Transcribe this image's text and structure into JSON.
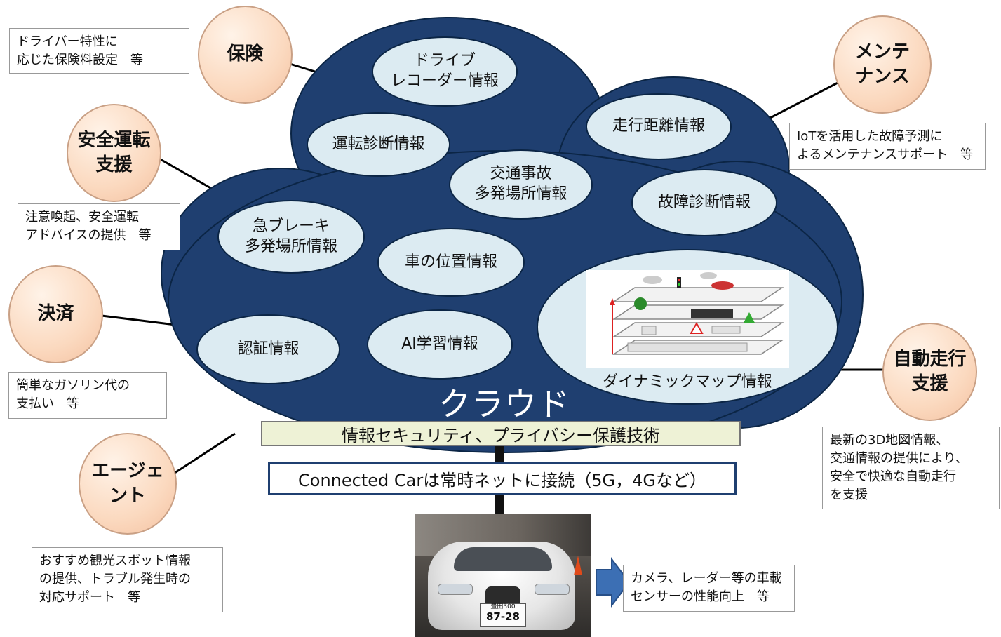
{
  "cloud": {
    "label": "クラウド",
    "items": [
      {
        "text": "ドライブ\nレコーダー情報"
      },
      {
        "text": "運転診断情報"
      },
      {
        "text": "交通事故\n多発場所情報"
      },
      {
        "text": "走行距離情報"
      },
      {
        "text": "故障診断情報"
      },
      {
        "text": "急ブレーキ\n多発場所情報"
      },
      {
        "text": "車の位置情報"
      },
      {
        "text": "認証情報"
      },
      {
        "text": "AI学習情報"
      }
    ],
    "dynamic_map_label": "ダイナミックマップ情報"
  },
  "security_band": "情報セキュリティ、プライバシー保護技術",
  "connection_band": "Connected Carは常時ネットに接続（5G，4Gなど）",
  "services": [
    {
      "title": "保険",
      "note": "ドライバー特性に\n応じた保険料設定　等"
    },
    {
      "title": "安全運転\n支援",
      "note": "注意喚起、安全運転\nアドバイスの提供　等"
    },
    {
      "title": "決済",
      "note": "簡単なガソリン代の\n支払い　等"
    },
    {
      "title": "エージェ\nント",
      "note": "おすすめ観光スポット情報\nの提供、トラブル発生時の\n対応サポート　等"
    },
    {
      "title": "メンテ\nナンス",
      "note": "IoTを活用した故障予測に\nよるメンテナンスサポート　等"
    },
    {
      "title": "自動走行\n支援",
      "note": "最新の3D地図情報、\n交通情報の提供により、\n安全で快適な自動走行\nを支援"
    }
  ],
  "car": {
    "plate_line1": "豊田300",
    "plate_line2": "87-28",
    "sensor_note": "カメラ、レーダー等の車載\nセンサーの性能向上　等"
  },
  "colors": {
    "cloud": "#1f3f70",
    "bubble": "#dcebf2",
    "service_circle": "#fbd9bf",
    "band": "#eef2d6",
    "arrow": "#3c6fb4"
  }
}
